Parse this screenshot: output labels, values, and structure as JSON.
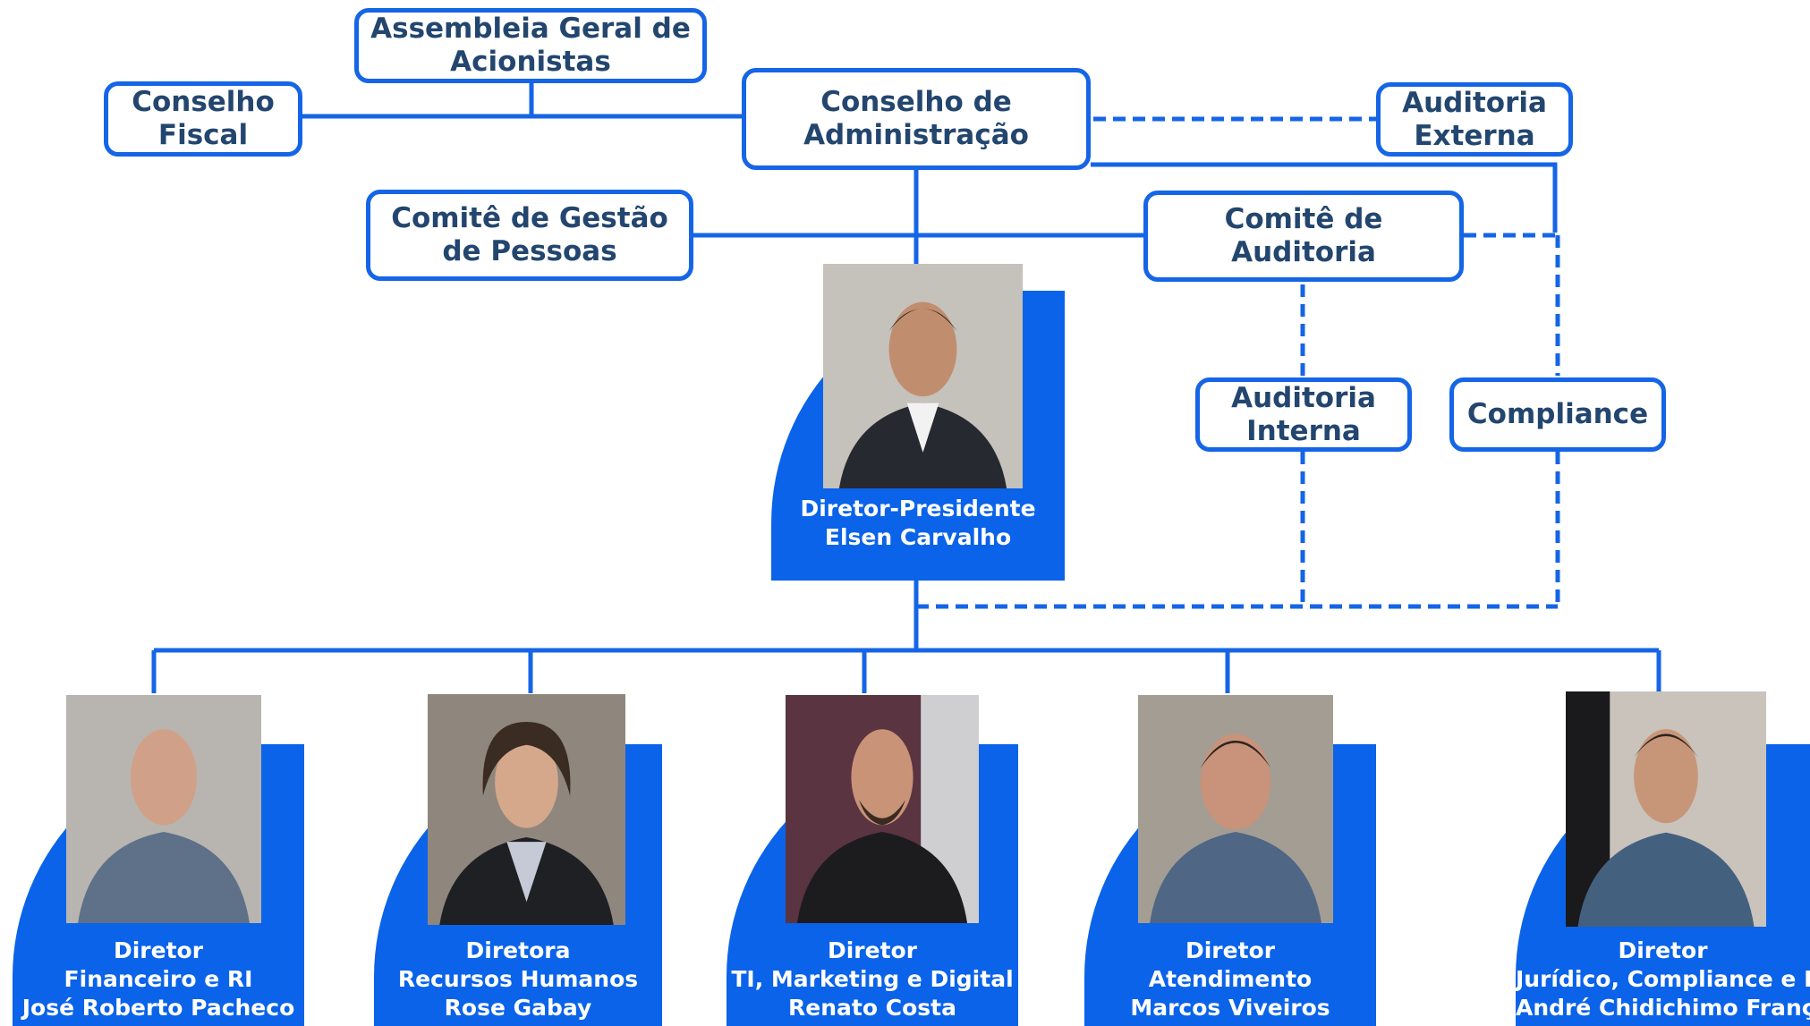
{
  "colors": {
    "accent": "#1565e6",
    "card": "#0a63e9",
    "box_text": "#23466f",
    "caption_text": "#ffffff"
  },
  "governance": {
    "assembleia": "Assembleia Geral de\nAcionistas",
    "conselho_fiscal": "Conselho\nFiscal",
    "conselho_admin": "Conselho de\nAdministração",
    "auditoria_externa": "Auditoria\nExterna",
    "comite_pessoas": "Comitê de Gestão\nde Pessoas",
    "comite_auditoria": "Comitê de Auditoria",
    "auditoria_interna": "Auditoria\nInterna",
    "compliance": "Compliance"
  },
  "ceo": {
    "role": "Diretor-Presidente",
    "name": "Elsen Carvalho"
  },
  "directors": [
    {
      "title": "Diretor",
      "area": "Financeiro e RI",
      "name": "José Roberto Pacheco"
    },
    {
      "title": "Diretora",
      "area": "Recursos Humanos",
      "name": "Rose  Gabay"
    },
    {
      "title": "Diretor",
      "area": "TI, Marketing e Digital",
      "name": "Renato Costa"
    },
    {
      "title": "Diretor",
      "area": "Atendimento",
      "name": "Marcos Viveiros"
    },
    {
      "title": "Diretor",
      "area": "Jurídico, Compliance e DPO",
      "name": "André Chidichimo França"
    }
  ]
}
